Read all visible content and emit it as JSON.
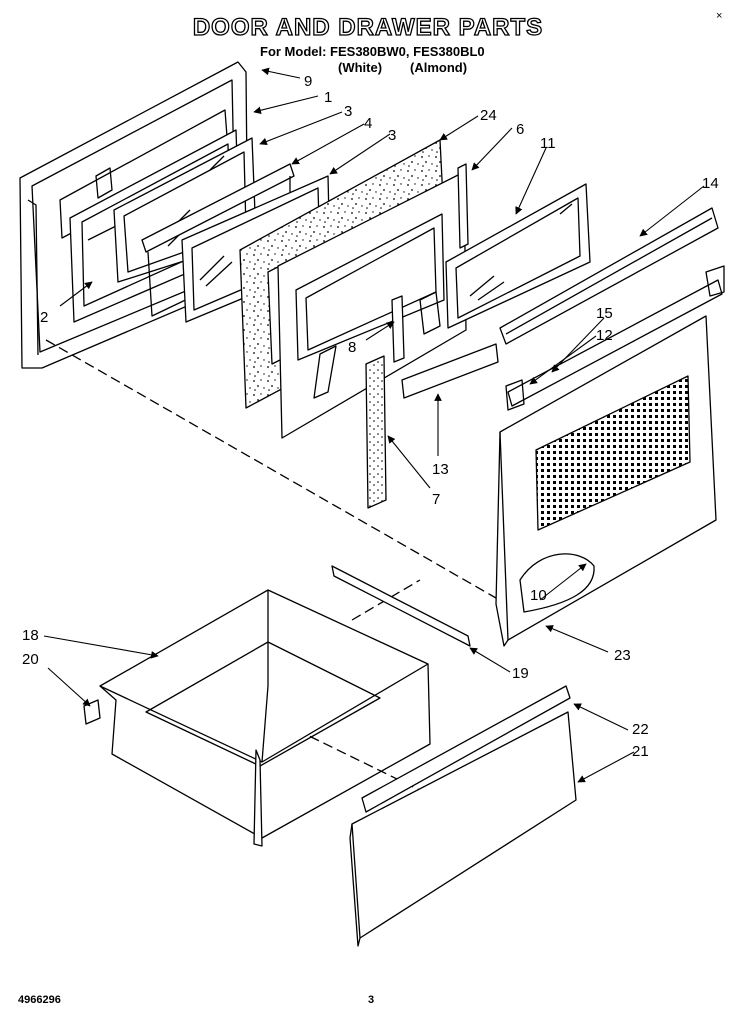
{
  "header": {
    "title": "DOOR AND DRAWER PARTS",
    "model_line": "For Model: FES380BW0, FES380BL0",
    "color_white": "(White)",
    "color_almond": "(Almond)"
  },
  "corner_mark": "×",
  "callouts": {
    "c1": "1",
    "c2": "2",
    "c3a": "3",
    "c3b": "3",
    "c4": "4",
    "c6": "6",
    "c7": "7",
    "c8": "8",
    "c9": "9",
    "c10": "10",
    "c11": "11",
    "c12": "12",
    "c13": "13",
    "c14": "14",
    "c15": "15",
    "c18": "18",
    "c19": "19",
    "c20": "20",
    "c21": "21",
    "c22": "22",
    "c23": "23",
    "c24": "24"
  },
  "footer": {
    "doc_number": "4966296",
    "page_number": "3"
  }
}
